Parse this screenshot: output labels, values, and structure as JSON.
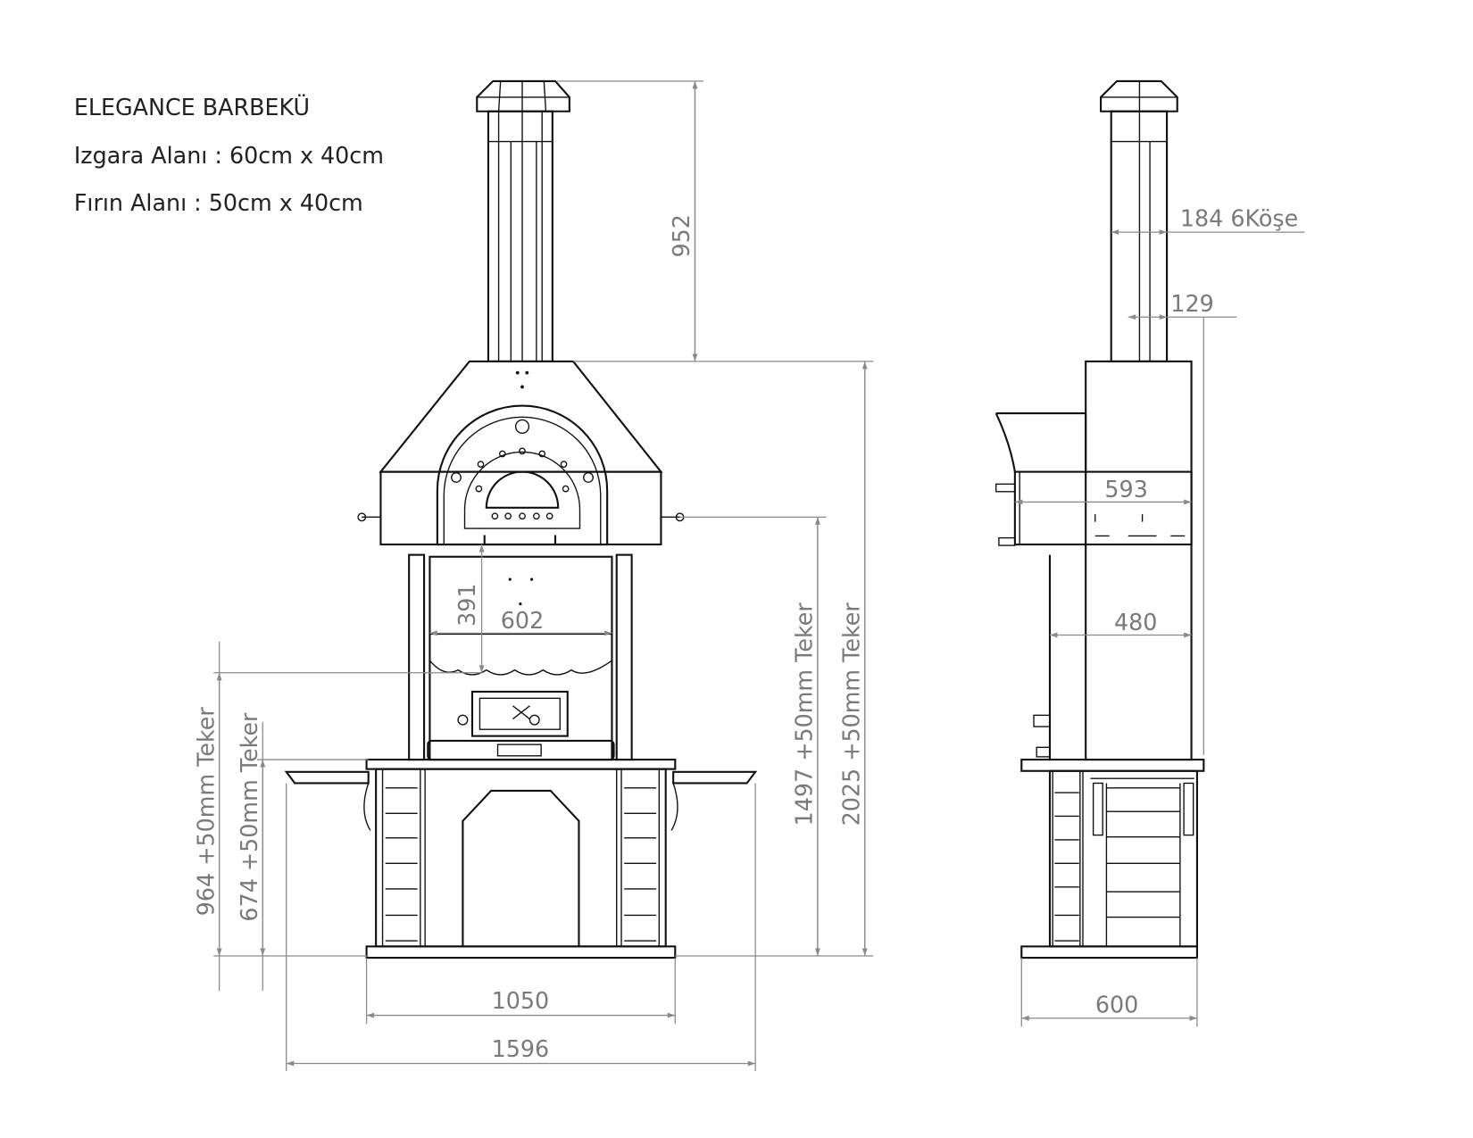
{
  "info": {
    "title": "ELEGANCE BARBEKÜ",
    "grill_area": "Izgara Alanı : 60cm x 40cm",
    "oven_area": "Fırın Alanı : 50cm x 40cm"
  },
  "front_dimensions": {
    "chimney_height": "952",
    "total_height": "2025 +50mm Teker",
    "oven_height": "1497 +50mm Teker",
    "grill_depth": "391",
    "grill_width": "602",
    "grill_height": "964 +50mm Teker",
    "counter_height": "674 +50mm Teker",
    "body_width": "1050",
    "total_width": "1596"
  },
  "side_dimensions": {
    "chimney_width": "184 6Köşe",
    "chimney_inner": "129",
    "hood_depth": "593",
    "body_depth": "480",
    "base_depth": "600"
  }
}
